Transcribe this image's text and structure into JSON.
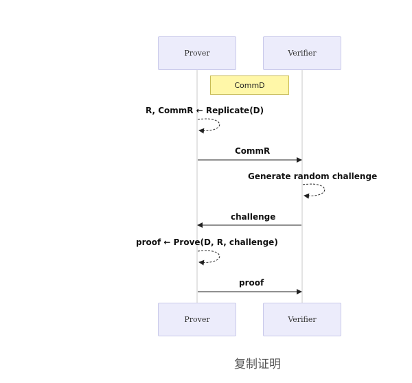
{
  "actors": {
    "prover": "Prover",
    "verifier": "Verifier"
  },
  "note": "CommD",
  "messages": {
    "replicate": "R, CommR ← Replicate(D)",
    "commr": "CommR",
    "generate": "Generate random challenge",
    "challenge": "challenge",
    "prove": "proof ← Prove(D, R, challenge)",
    "proof": "proof"
  },
  "caption": "复制证明"
}
